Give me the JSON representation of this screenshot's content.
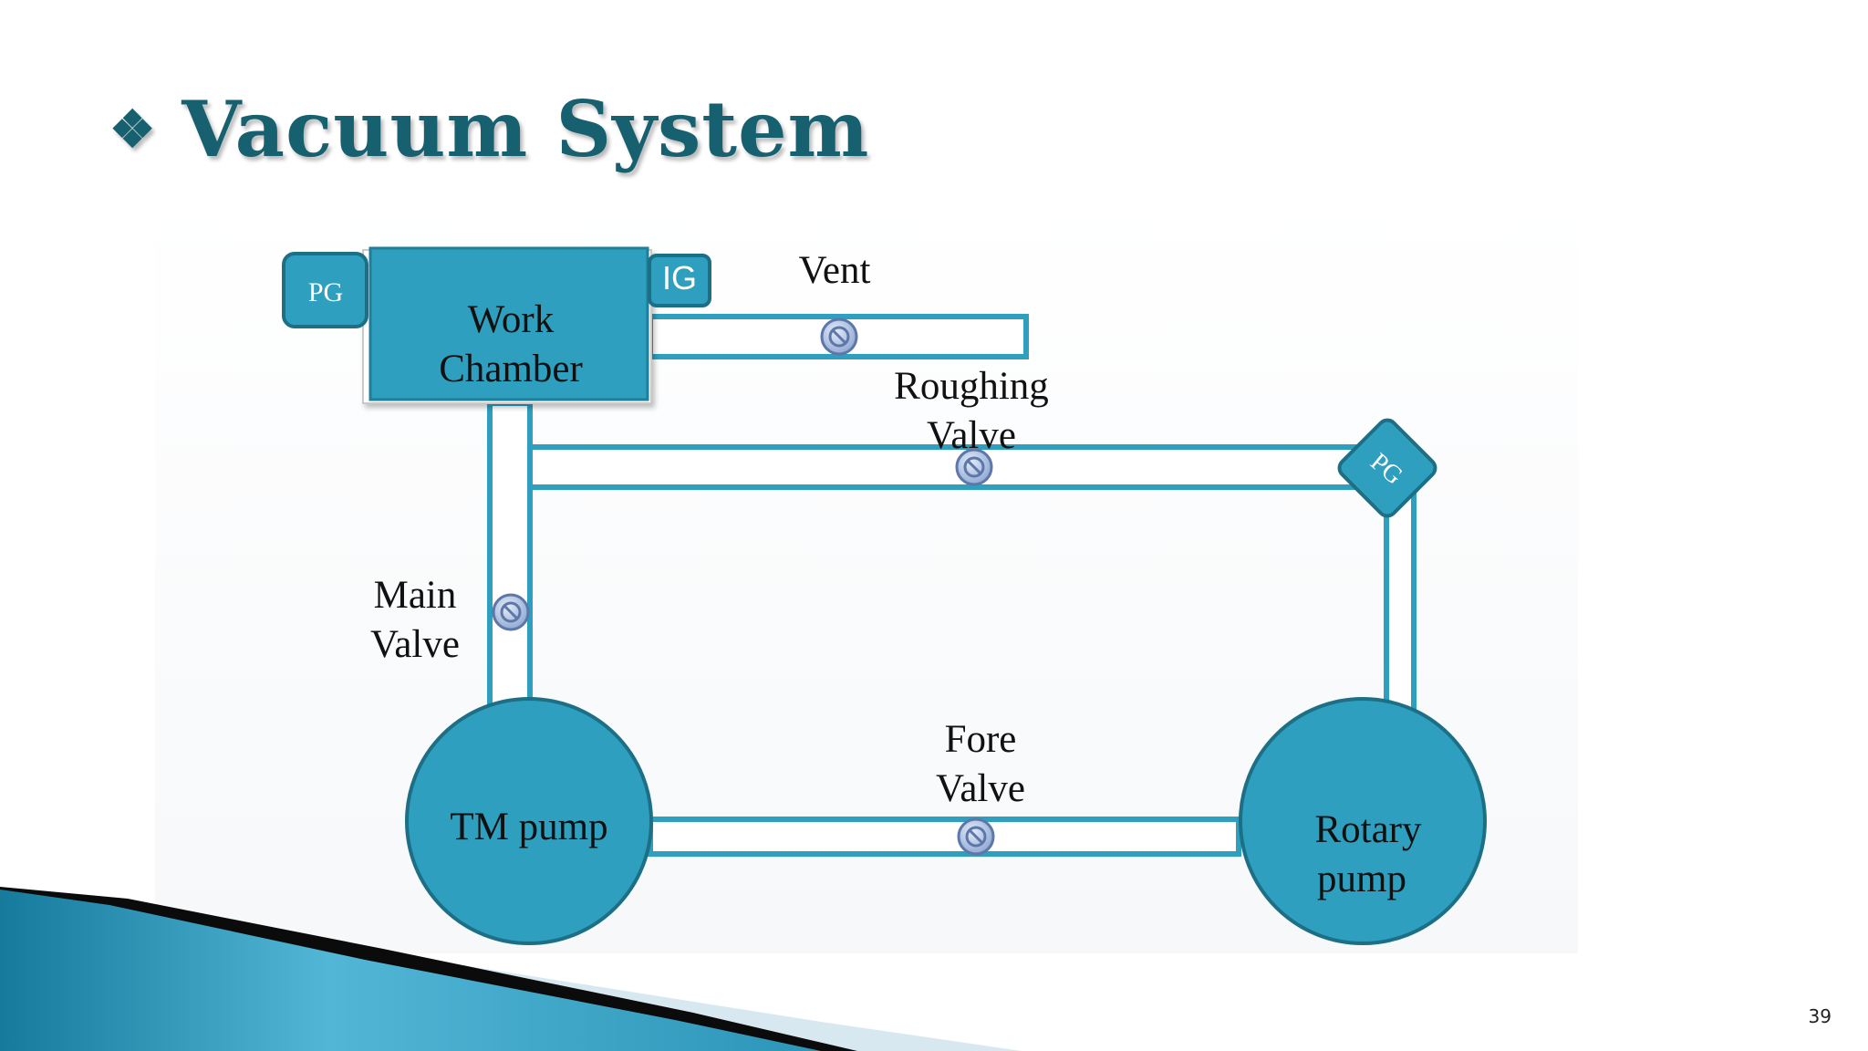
{
  "slide": {
    "title": "Vacuum System",
    "title_bullet": "❖",
    "page_number": "39"
  },
  "diagram": {
    "work_chamber": {
      "line1": "Work",
      "line2": "Chamber"
    },
    "pg_left": "PG",
    "ig": "IG",
    "pg_right": "PG",
    "vent": "Vent",
    "roughing_valve": {
      "line1": "Roughing",
      "line2": "Valve"
    },
    "main_valve": {
      "line1": "Main",
      "line2": "Valve"
    },
    "fore_valve": {
      "line1": "Fore",
      "line2": "Valve"
    },
    "tm_pump": "TM pump",
    "rotary_pump": {
      "line1": "Rotary",
      "line2": "pump"
    }
  },
  "colors": {
    "teal": "#2e9fbe",
    "teal_dark": "#1d6f86",
    "title": "#17606f",
    "valve": "#a9bde0"
  }
}
